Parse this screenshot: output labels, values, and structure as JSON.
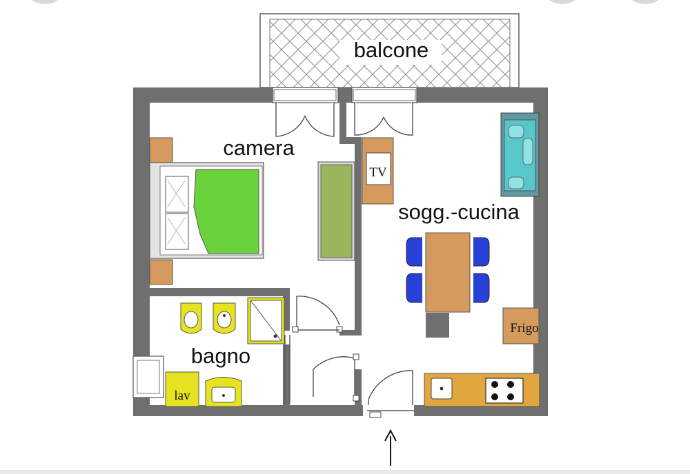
{
  "rooms": {
    "balcony": "balcone",
    "bedroom": "camera",
    "living_kitchen": "sogg.-cucina",
    "bathroom": "bagno"
  },
  "furniture": {
    "tv": "TV",
    "fridge": "Frigo",
    "washbasin": "lav"
  },
  "colors": {
    "wall": "#6f6f6f",
    "bed_cover": "#6ad23b",
    "wood": "#d59a5e",
    "wardrobe": "#9ab55b",
    "sofa": "#56c8cc",
    "chairs": "#2741d8",
    "sanitary": "#e8e320",
    "kitchen_counter": "#e2a640"
  }
}
